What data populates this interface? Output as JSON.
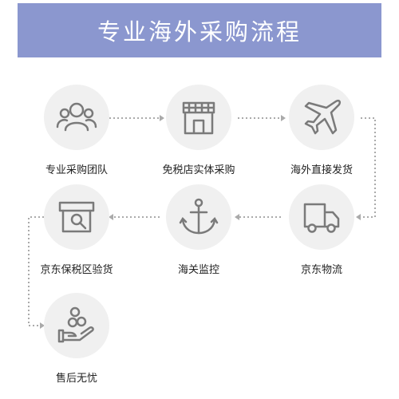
{
  "header": {
    "title": "专业海外采购流程"
  },
  "colors": {
    "banner": "#8b97cf",
    "circle": "#f0f0f0",
    "icon": "#7a7a7a",
    "connector": "#aaaaaa"
  },
  "steps": [
    {
      "label": "专业采购团队",
      "icon": "team-icon"
    },
    {
      "label": "免税店实体采购",
      "icon": "store-icon"
    },
    {
      "label": "海外直接发货",
      "icon": "airplane-icon"
    },
    {
      "label": "京东物流",
      "icon": "truck-icon"
    },
    {
      "label": "海关监控",
      "icon": "anchor-icon"
    },
    {
      "label": "京东保税区验货",
      "icon": "inspection-box-icon"
    },
    {
      "label": "售后无忧",
      "icon": "hand-coins-icon"
    }
  ]
}
